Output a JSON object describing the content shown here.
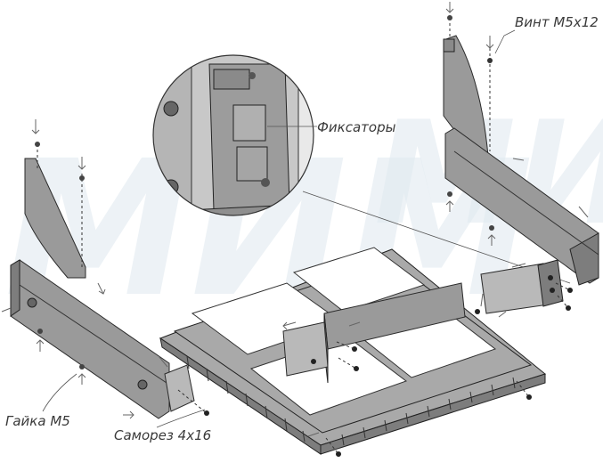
{
  "labels": {
    "screw_m5": "Винт М5х12",
    "latches": "Фиксаторы",
    "nut_m5": "Гайка М5",
    "self_tapping_screw": "Саморез 4х16"
  },
  "watermark": {
    "text": "МИМ",
    "color": "#dfe9ef"
  },
  "colors": {
    "metal": "#9a9a9a",
    "metal_dark": "#7d7d7d",
    "outline": "#2b2b2b"
  }
}
